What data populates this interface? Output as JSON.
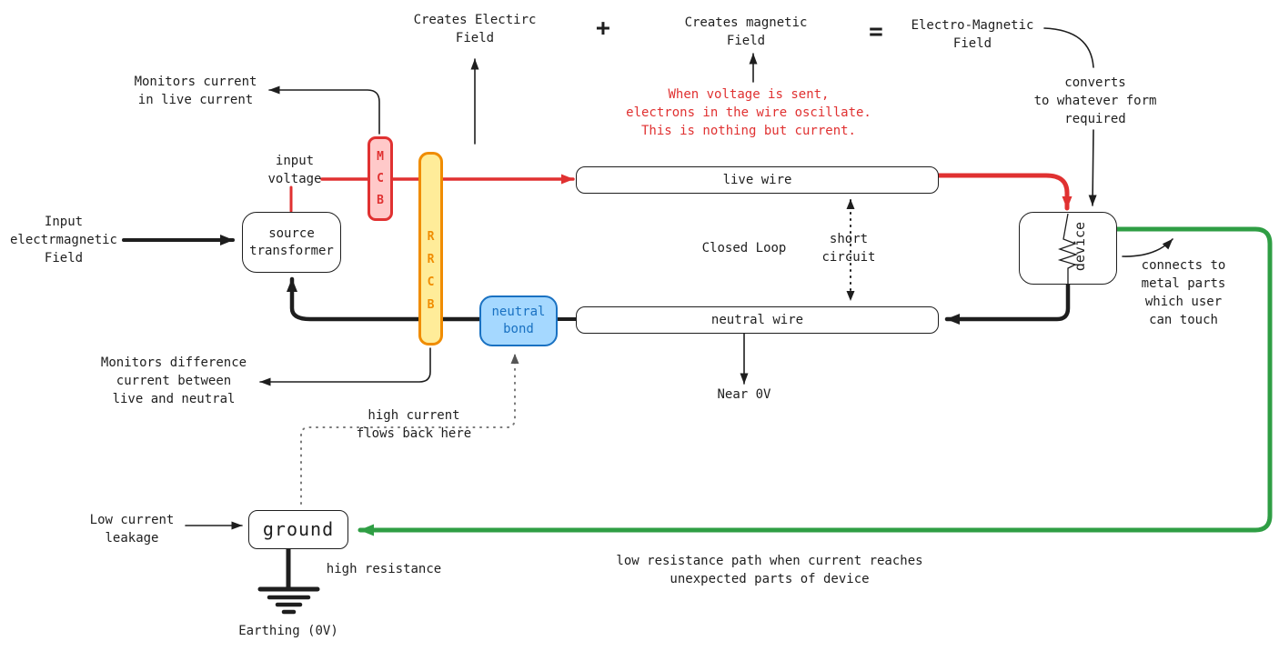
{
  "colors": {
    "red": "#e03131",
    "pink": "#ffc9c9",
    "orange": "#f08c00",
    "yellow": "#ffec99",
    "blue": "#1971c2",
    "light_blue": "#a5d8ff",
    "green": "#2f9e44",
    "ink": "#1e1e1e"
  },
  "equation": {
    "electric_field": "Creates Electirc\nField",
    "plus": "+",
    "magnetic_field": "Creates magnetic\nField",
    "equals": "=",
    "emf": "Electro-Magnetic\nField"
  },
  "annotations": {
    "voltage_note": "When voltage is sent,\nelectrons in the wire oscillate.\nThis is nothing but current.",
    "converts": "converts\nto whatever form\nrequired",
    "monitors_current": "Monitors current\nin live current",
    "input_voltage": "input\nvoltage",
    "input_emf": "Input\nelectrmagnetic\nField",
    "closed_loop": "Closed Loop",
    "short_circuit": "short\ncircuit",
    "connects": "connects to\nmetal parts\nwhich user\ncan touch",
    "monitors_difference": "Monitors difference\ncurrent between\nlive and neutral",
    "near_zero": "Near 0V",
    "high_current": "high current\nflows back here",
    "low_current": "Low current\nleakage",
    "high_resistance": "high resistance",
    "earthing": "Earthing (0V)",
    "low_resistance": "low resistance path when current reaches\nunexpected parts of device"
  },
  "nodes": {
    "source_transformer": "source\ntransformer",
    "live_wire": "live wire",
    "neutral_wire": "neutral wire",
    "mcb": "M\nC\nB",
    "rrcb": "R\nR\nC\nB",
    "neutral_bond": "neutral\nbond",
    "device": "device",
    "ground": "ground"
  }
}
